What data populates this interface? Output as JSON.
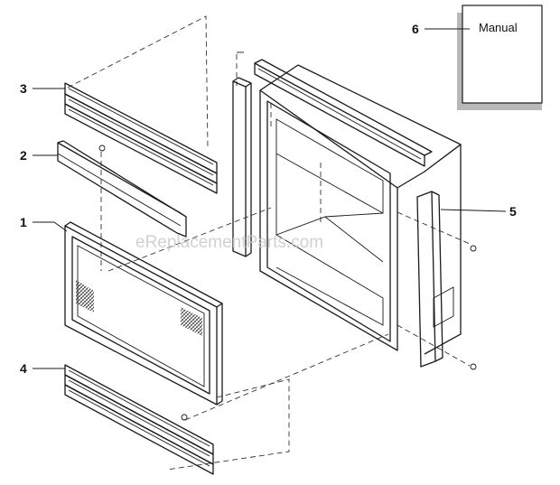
{
  "watermark": "eReplacementParts.com",
  "manual_label": "Manual",
  "callouts": {
    "c1": "1",
    "c2": "2",
    "c3": "3",
    "c4": "4",
    "c5": "5",
    "c6": "6"
  },
  "colors": {
    "line": "#1a1a1a",
    "shadow": "#9a9a9a",
    "watermark": "#c9c9c9"
  }
}
